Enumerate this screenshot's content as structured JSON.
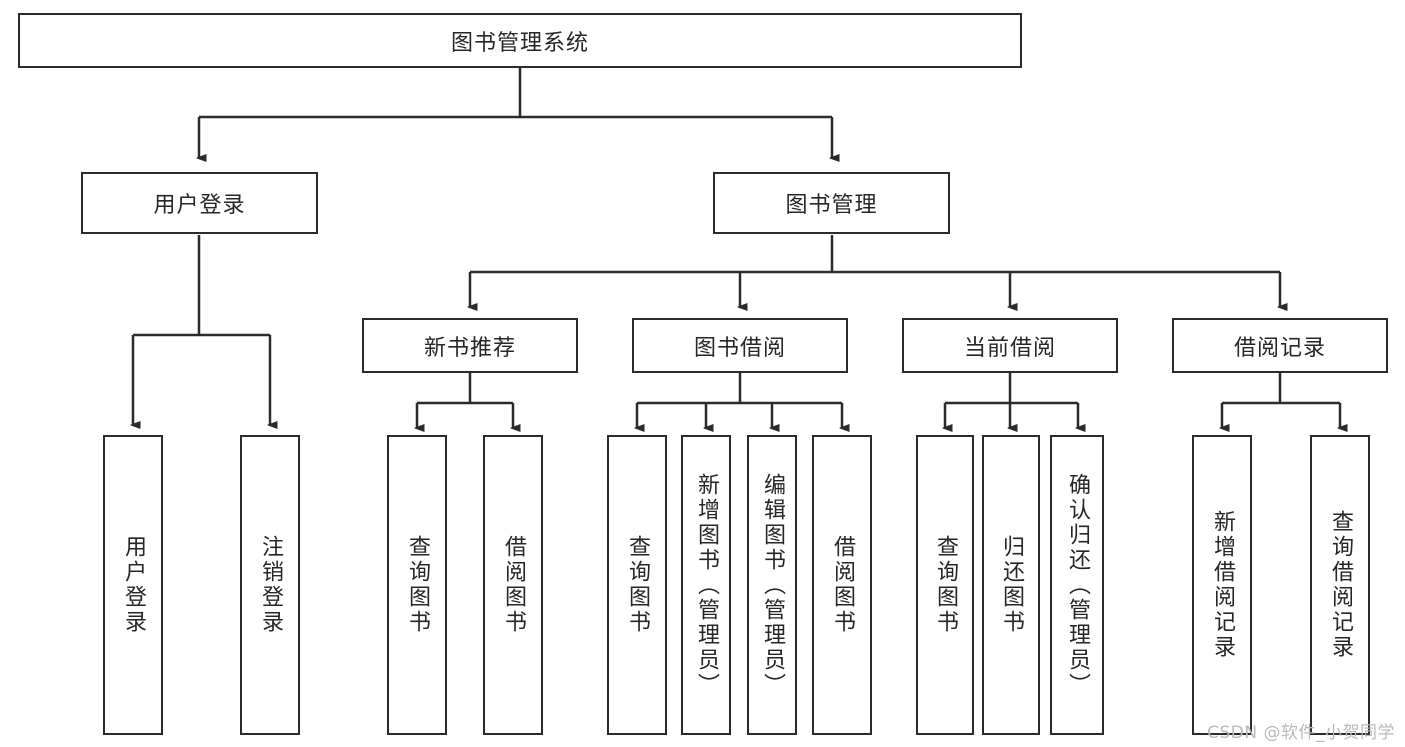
{
  "diagram": {
    "type": "tree-hierarchy-chart",
    "title": "图书管理系统",
    "root": {
      "id": "root",
      "label": "图书管理系统"
    },
    "level1": [
      {
        "id": "user-login",
        "label": "用户登录"
      },
      {
        "id": "book-manage",
        "label": "图书管理"
      }
    ],
    "level2": [
      {
        "id": "new-book-recommend",
        "label": "新书推荐",
        "parent": "book-manage"
      },
      {
        "id": "book-borrow",
        "label": "图书借阅",
        "parent": "book-manage"
      },
      {
        "id": "current-borrow",
        "label": "当前借阅",
        "parent": "book-manage"
      },
      {
        "id": "borrow-record",
        "label": "借阅记录",
        "parent": "book-manage"
      }
    ],
    "leaves": {
      "user_login": [
        {
          "id": "leaf-user-login",
          "label": "用户登录"
        },
        {
          "id": "leaf-logout",
          "label": "注销登录"
        }
      ],
      "new_book_recommend": [
        {
          "id": "leaf-query-book-1",
          "label": "查询图书"
        },
        {
          "id": "leaf-borrow-book-1",
          "label": "借阅图书"
        }
      ],
      "book_borrow": [
        {
          "id": "leaf-query-book-2",
          "label": "查询图书"
        },
        {
          "id": "leaf-add-book",
          "label": "新增图书（管理员）"
        },
        {
          "id": "leaf-edit-book",
          "label": "编辑图书（管理员）"
        },
        {
          "id": "leaf-borrow-book-2",
          "label": "借阅图书"
        }
      ],
      "current_borrow": [
        {
          "id": "leaf-query-book-3",
          "label": "查询图书"
        },
        {
          "id": "leaf-return-book",
          "label": "归还图书"
        },
        {
          "id": "leaf-confirm-return",
          "label": "确认归还（管理员）"
        }
      ],
      "borrow_record": [
        {
          "id": "leaf-add-record",
          "label": "新增借阅记录"
        },
        {
          "id": "leaf-query-record",
          "label": "查询借阅记录"
        }
      ]
    }
  },
  "watermark": {
    "text": "CSDN @软件_小贺同学"
  },
  "colors": {
    "stroke": "#2b2b2b",
    "fill": "#ffffff",
    "text": "#262626",
    "watermark": "#b9b9b9"
  }
}
